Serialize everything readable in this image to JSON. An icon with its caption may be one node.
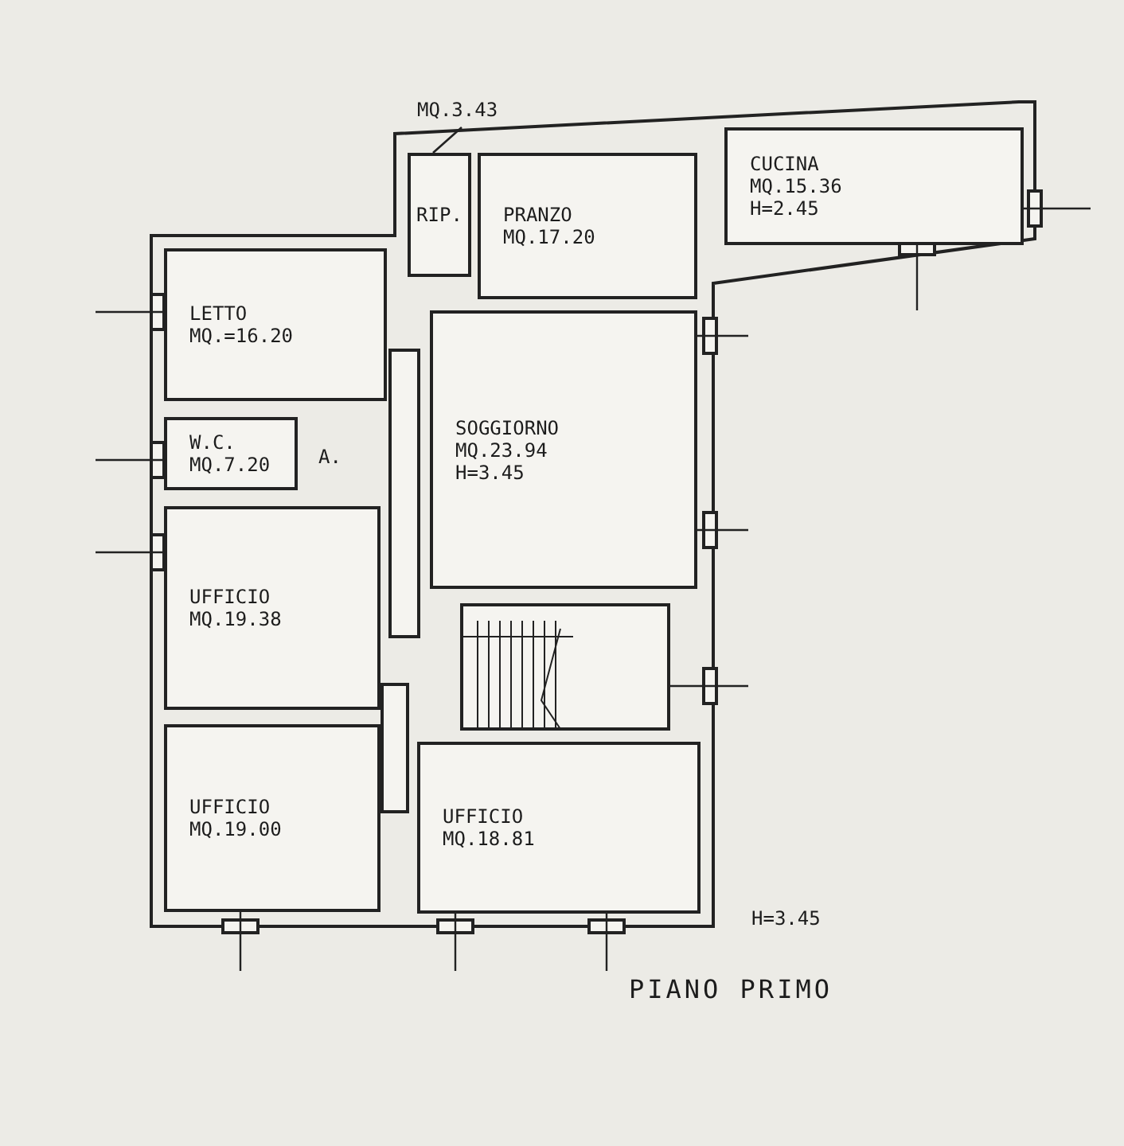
{
  "diagram": {
    "title": "PIANO PRIMO",
    "nodes": [
      {
        "text": [
          "RIP."
        ]
      },
      {
        "text": [
          "MQ.3.43"
        ]
      },
      {
        "text": [
          "PRANZO",
          "MQ.17.20"
        ]
      },
      {
        "text": [
          "CUCINA",
          "MQ.15.36",
          "H=2.45"
        ]
      },
      {
        "text": [
          "LETTO",
          "MQ.=16.20"
        ]
      },
      {
        "text": [
          "W.C.",
          "MQ.7.20"
        ]
      },
      {
        "text": [
          "SOGGIORNO",
          "MQ.23.94",
          "H=3.45"
        ]
      },
      {
        "text": [
          "UFFICIO",
          "MQ.19.38"
        ]
      },
      {
        "text": [
          "UFFICIO",
          "MQ.19.00"
        ]
      },
      {
        "text": [
          "UFFICIO",
          "MQ.18.81"
        ]
      }
    ],
    "edges": [
      {
        "from": 1,
        "to": 0,
        "arrow": "none"
      }
    ],
    "labels": [
      "A.",
      "H=3.45"
    ]
  }
}
